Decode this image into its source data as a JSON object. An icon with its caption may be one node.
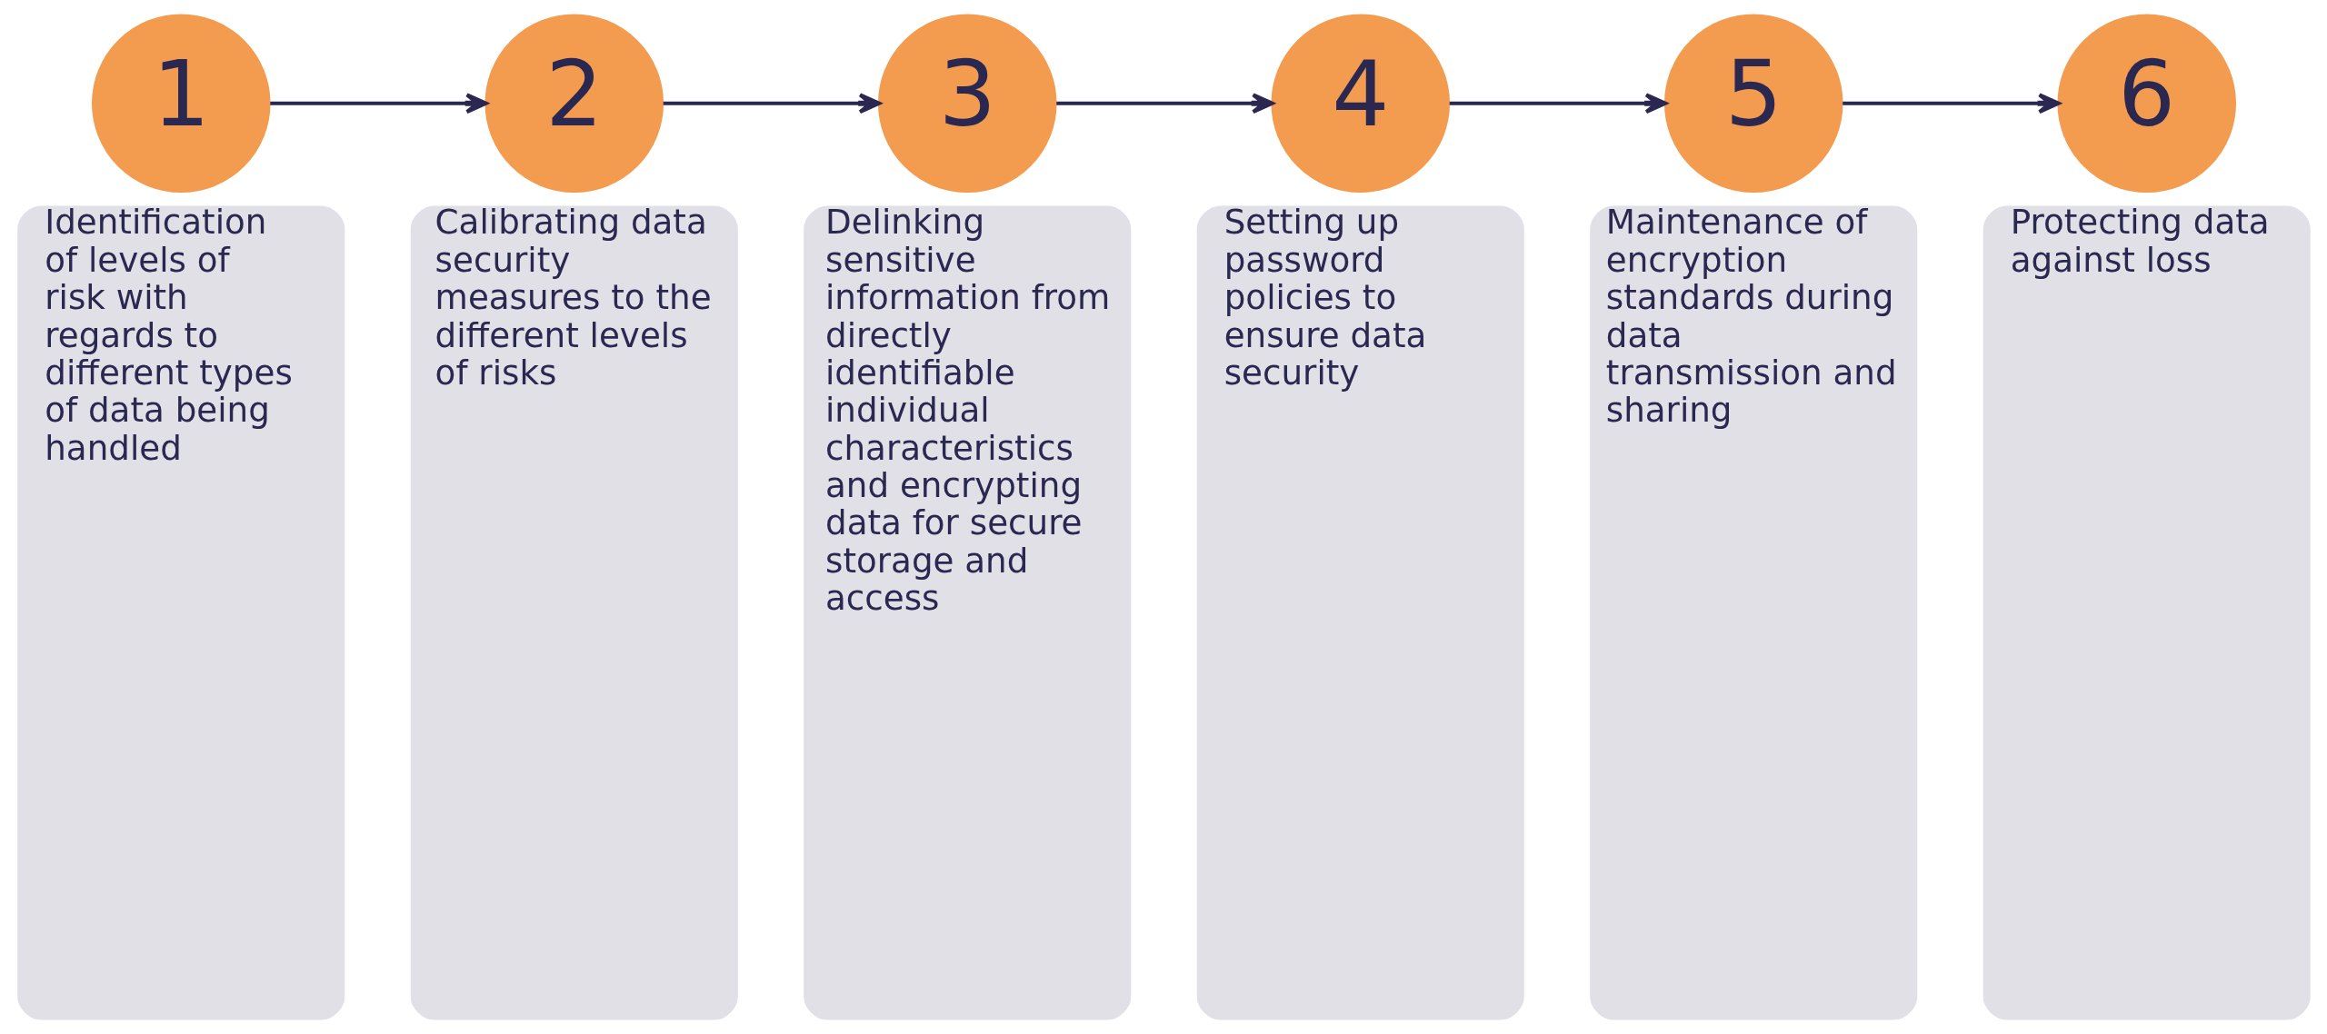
{
  "diagram": {
    "nodes": [
      {
        "text": [
          "1"
        ]
      },
      {
        "text": [
          "Identification of levels of risk with regards to different types of data being handled"
        ]
      },
      {
        "text": [
          "2"
        ]
      },
      {
        "text": [
          "Calibrating data security measures to the different levels of risks"
        ]
      },
      {
        "text": [
          "3"
        ]
      },
      {
        "text": [
          "Delinking sensitive information from directly identifiable individual characteristics and encrypting data for secure storage and access"
        ]
      },
      {
        "text": [
          "4"
        ]
      },
      {
        "text": [
          "Setting up password policies to ensure data security"
        ]
      },
      {
        "text": [
          "5"
        ]
      },
      {
        "text": [
          "Maintenance of encryption standards during data transmission and sharing"
        ]
      },
      {
        "text": [
          "6"
        ]
      },
      {
        "text": [
          "Protecting data against loss"
        ]
      }
    ],
    "edges": [
      {
        "from": 0,
        "to": 2,
        "arrow": "to"
      },
      {
        "from": 2,
        "to": 4,
        "arrow": "to"
      },
      {
        "from": 4,
        "to": 6,
        "arrow": "to"
      },
      {
        "from": 6,
        "to": 8,
        "arrow": "to"
      },
      {
        "from": 8,
        "to": 10,
        "arrow": "to"
      }
    ]
  }
}
